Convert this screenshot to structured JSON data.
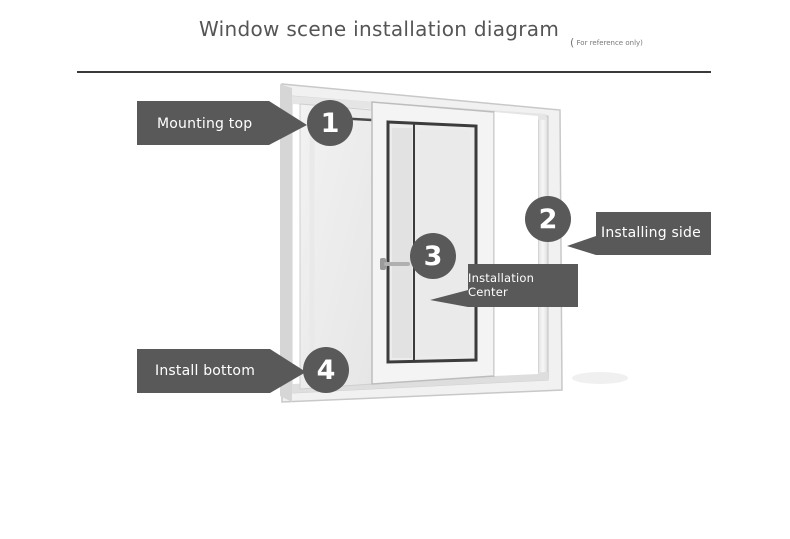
{
  "header": {
    "title": "Window scene installation diagram",
    "note": "For reference only)",
    "note_paren": "("
  },
  "callouts": [
    {
      "number": "1",
      "label": "Mounting top"
    },
    {
      "number": "2",
      "label": "Installing side"
    },
    {
      "number": "3",
      "label_line1": "Installation",
      "label_line2": "Center"
    },
    {
      "number": "4",
      "label": "Install bottom"
    }
  ],
  "colors": {
    "callout": "#595959",
    "rule": "#3a3a3a",
    "title": "#555555"
  }
}
